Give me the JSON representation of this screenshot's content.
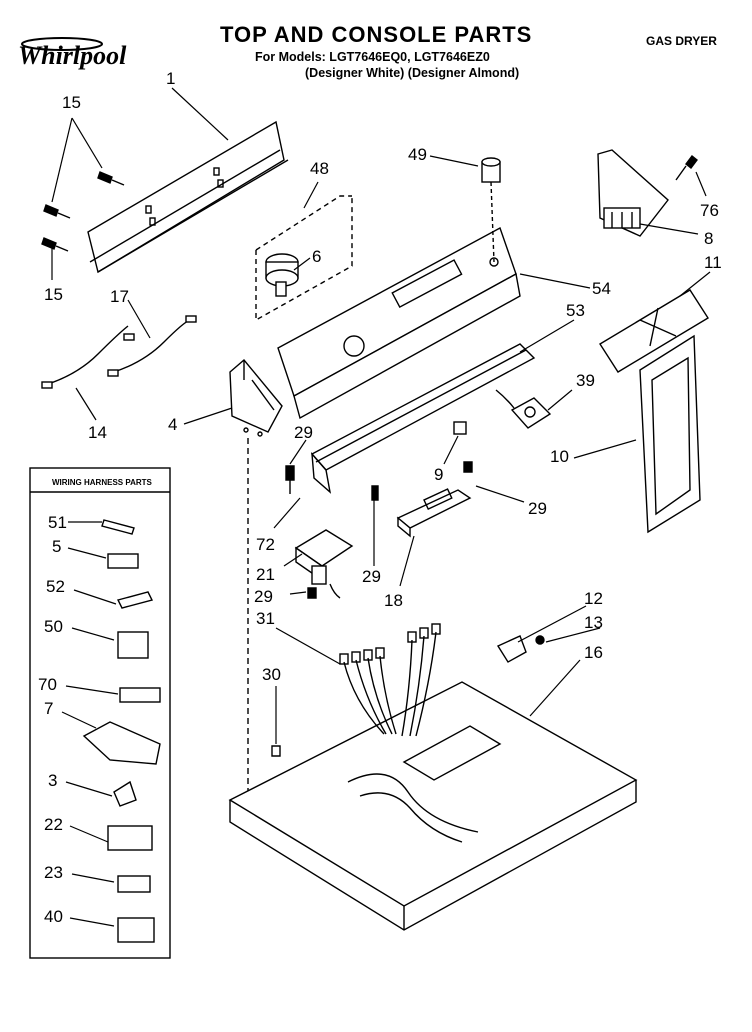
{
  "header": {
    "title": "TOP AND CONSOLE PARTS",
    "models_line": "For Models: LGT7646EQ0, LGT7646EZ0",
    "colors_line": "(Designer White) (Designer Almond)",
    "product": "GAS DRYER",
    "brand": "Whirlpool"
  },
  "harness_box": {
    "title": "WIRING HARNESS PARTS"
  },
  "callouts": {
    "c1": "1",
    "c15a": "15",
    "c15b": "15",
    "c48": "48",
    "c6": "6",
    "c49": "49",
    "c76": "76",
    "c8": "8",
    "c11": "11",
    "c54": "54",
    "c53": "53",
    "c17": "17",
    "c14": "14",
    "c4": "4",
    "c29a": "29",
    "c39": "39",
    "c10": "10",
    "c9": "9",
    "c29b": "29",
    "c72": "72",
    "c21": "21",
    "c29c": "29",
    "c18": "18",
    "c29d": "29",
    "c31": "31",
    "c12": "12",
    "c13": "13",
    "c16": "16",
    "c30": "30",
    "h51": "51",
    "h5": "5",
    "h52": "52",
    "h50": "50",
    "h70": "70",
    "h7": "7",
    "h3": "3",
    "h22": "22",
    "h23": "23",
    "h40": "40"
  }
}
